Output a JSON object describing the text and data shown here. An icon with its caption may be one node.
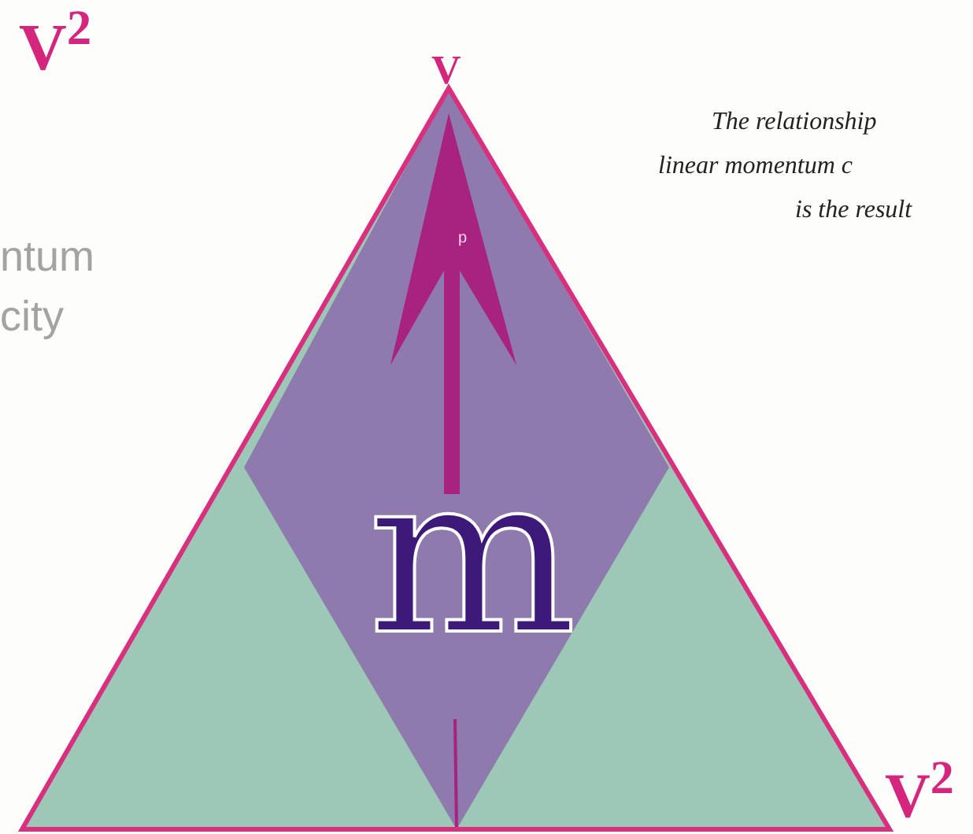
{
  "diagram": {
    "nodes": [
      {
        "text": [
          "p",
          "m"
        ],
        "beside": [
          "V",
          "V$^{2}$"
        ]
      }
    ],
    "labels": [
      "V$^{2}$",
      "ntum",
      "city",
      "The relationship",
      "linear momentum c",
      "is the result"
    ]
  }
}
